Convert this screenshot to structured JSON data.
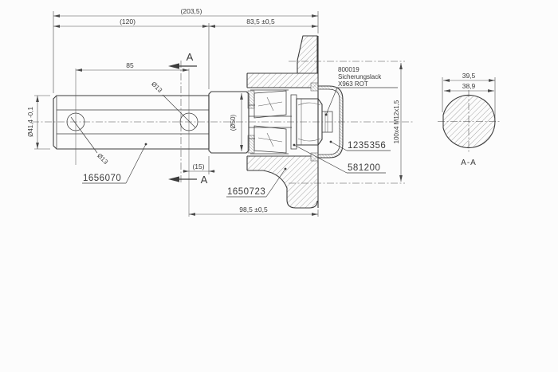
{
  "title": "spindle-and-hub-assembly-drawing",
  "colors": {
    "background": "#fcfcfc",
    "line": "#3c3c3c",
    "text": "#3a3a3a"
  },
  "dimensions": {
    "overall_length": "(203,5)",
    "shaft_length": "(120)",
    "hub_length": "83,5 ±0,5",
    "hole_spacing": "85",
    "hole_dia_right": "Ø13",
    "hole_dia_left": "Ø13",
    "shaft_dia": "Ø41,4 -0,1",
    "collar_dia": "(Ø50)",
    "hole_to_shoulder": "(15)",
    "flange_length": "98,5 ±0,5",
    "bolt_pattern": "100x4 M12x1,5",
    "section_width": "39,5",
    "section_flat": "38,9"
  },
  "section": {
    "marker": "A",
    "title": "A-A"
  },
  "parts": {
    "shaft": "1656070",
    "hub": "1650723",
    "cap": "1235356",
    "nut": "581200"
  },
  "note": {
    "line1": "800019",
    "line2": "Sicherungslack",
    "line3": "X963 ROT"
  }
}
